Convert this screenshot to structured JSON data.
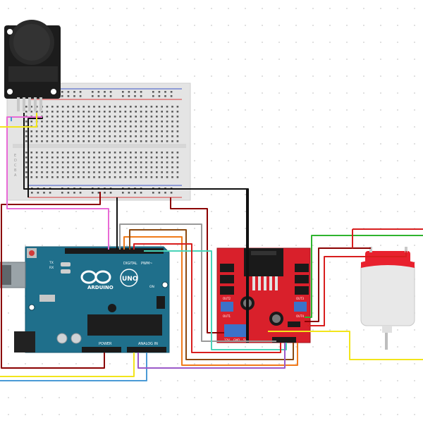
{
  "arduino": {
    "brand": "ARDUINO",
    "model": "UNO",
    "header_label_digital": "DIGITAL",
    "header_label_pwm": "PWM~",
    "header_label_analog": "ANALOG IN",
    "header_label_power": "POWER",
    "label_tx": "TX",
    "label_rx": "RX",
    "label_on": "ON"
  },
  "breadboard": {
    "row_letters_left": [
      "E",
      "D",
      "C",
      "B",
      "A"
    ]
  },
  "driver": {
    "label_out1": "OUT1",
    "label_out2": "OUT2",
    "label_out3": "OUT3",
    "label_out4": "OUT4",
    "label_12v": "12V",
    "label_5v": "5V",
    "label_gnd": "GND"
  },
  "colors": {
    "arduino_board": "#1f6f8b",
    "driver_board": "#d9202b",
    "breadboard": "#e6e6e6",
    "joystick": "#1c1c1c",
    "motor_cap": "#e8212e",
    "wire_black": "#111111",
    "wire_dark_red": "#8b0000",
    "wire_pink": "#e86ad6",
    "wire_yellow": "#f2e51b",
    "wire_blue": "#4a9ad6",
    "wire_orange": "#f07a1a",
    "wire_brown": "#8a4a12",
    "wire_gray": "#9a9a9a",
    "wire_cyan": "#49d3b8",
    "wire_purple": "#9b59c9",
    "wire_green": "#2fb42f",
    "wire_red": "#d81e1e"
  }
}
